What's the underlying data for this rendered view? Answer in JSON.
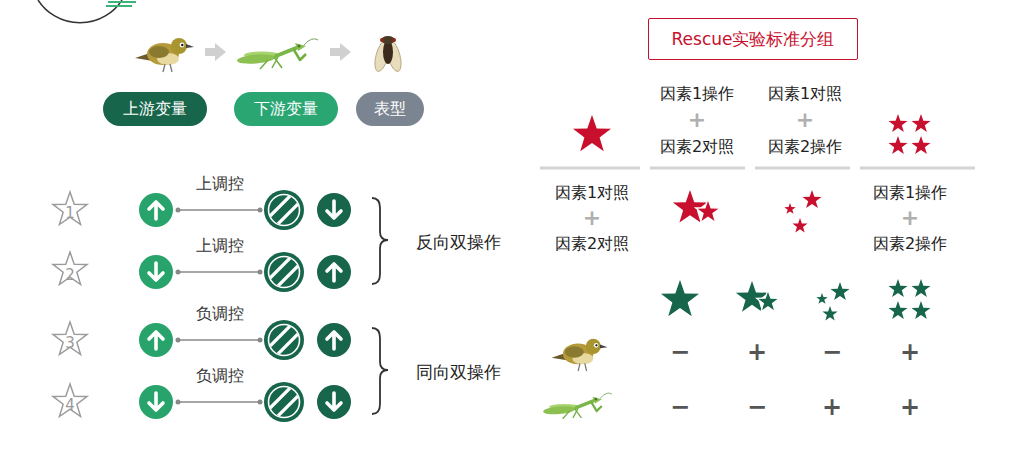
{
  "diagram": {
    "nodes": [
      {
        "text": [
          "上游变量"
        ]
      },
      {
        "text": [
          "下游变量"
        ]
      },
      {
        "text": [
          "表型"
        ]
      },
      {
        "text": [
          "Rescue实验标准分组"
        ]
      }
    ],
    "labels": [
      "1",
      "上调控",
      "2",
      "上调控",
      "反向双操作",
      "3",
      "负调控",
      "4",
      "负调控",
      "同向双操作",
      "因素1操作",
      "+",
      "因素2对照",
      "因素1对照",
      "+",
      "因素2操作",
      "因素1对照",
      "+",
      "因素2对照",
      "因素1操作",
      "+",
      "因素2操作",
      "−",
      "+",
      "−",
      "+",
      "−",
      "−",
      "+",
      "+"
    ]
  }
}
